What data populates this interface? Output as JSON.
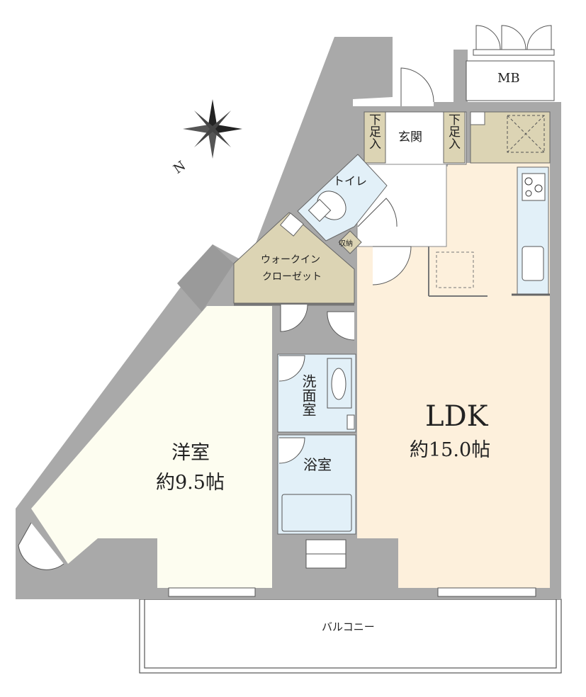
{
  "rooms": {
    "ldk": {
      "name": "LDK",
      "size": "約15.0帖"
    },
    "western": {
      "name": "洋室",
      "size": "約9.5帖"
    },
    "walkin": {
      "line1": "ウォークイン",
      "line2": "クローゼット"
    },
    "entrance": {
      "name": "玄関"
    },
    "shoe_left": {
      "name": "下足入"
    },
    "shoe_right": {
      "name": "下足入"
    },
    "toilet": {
      "name": "トイレ"
    },
    "storage": {
      "name": "収納"
    },
    "washroom": {
      "name": "洗面室"
    },
    "bathroom": {
      "name": "浴室"
    },
    "balcony": {
      "name": "バルコニー"
    },
    "mb": {
      "name": "MB"
    }
  },
  "compass": {
    "north_label": "N"
  },
  "colors": {
    "wall": "#a9a9a9",
    "ldk_floor": "#fdf0dc",
    "western_floor": "#fdfdf0",
    "closet_floor": "#dcd4b4",
    "wet_area": "#e2f0f8",
    "entrance_floor": "#ffffff"
  }
}
